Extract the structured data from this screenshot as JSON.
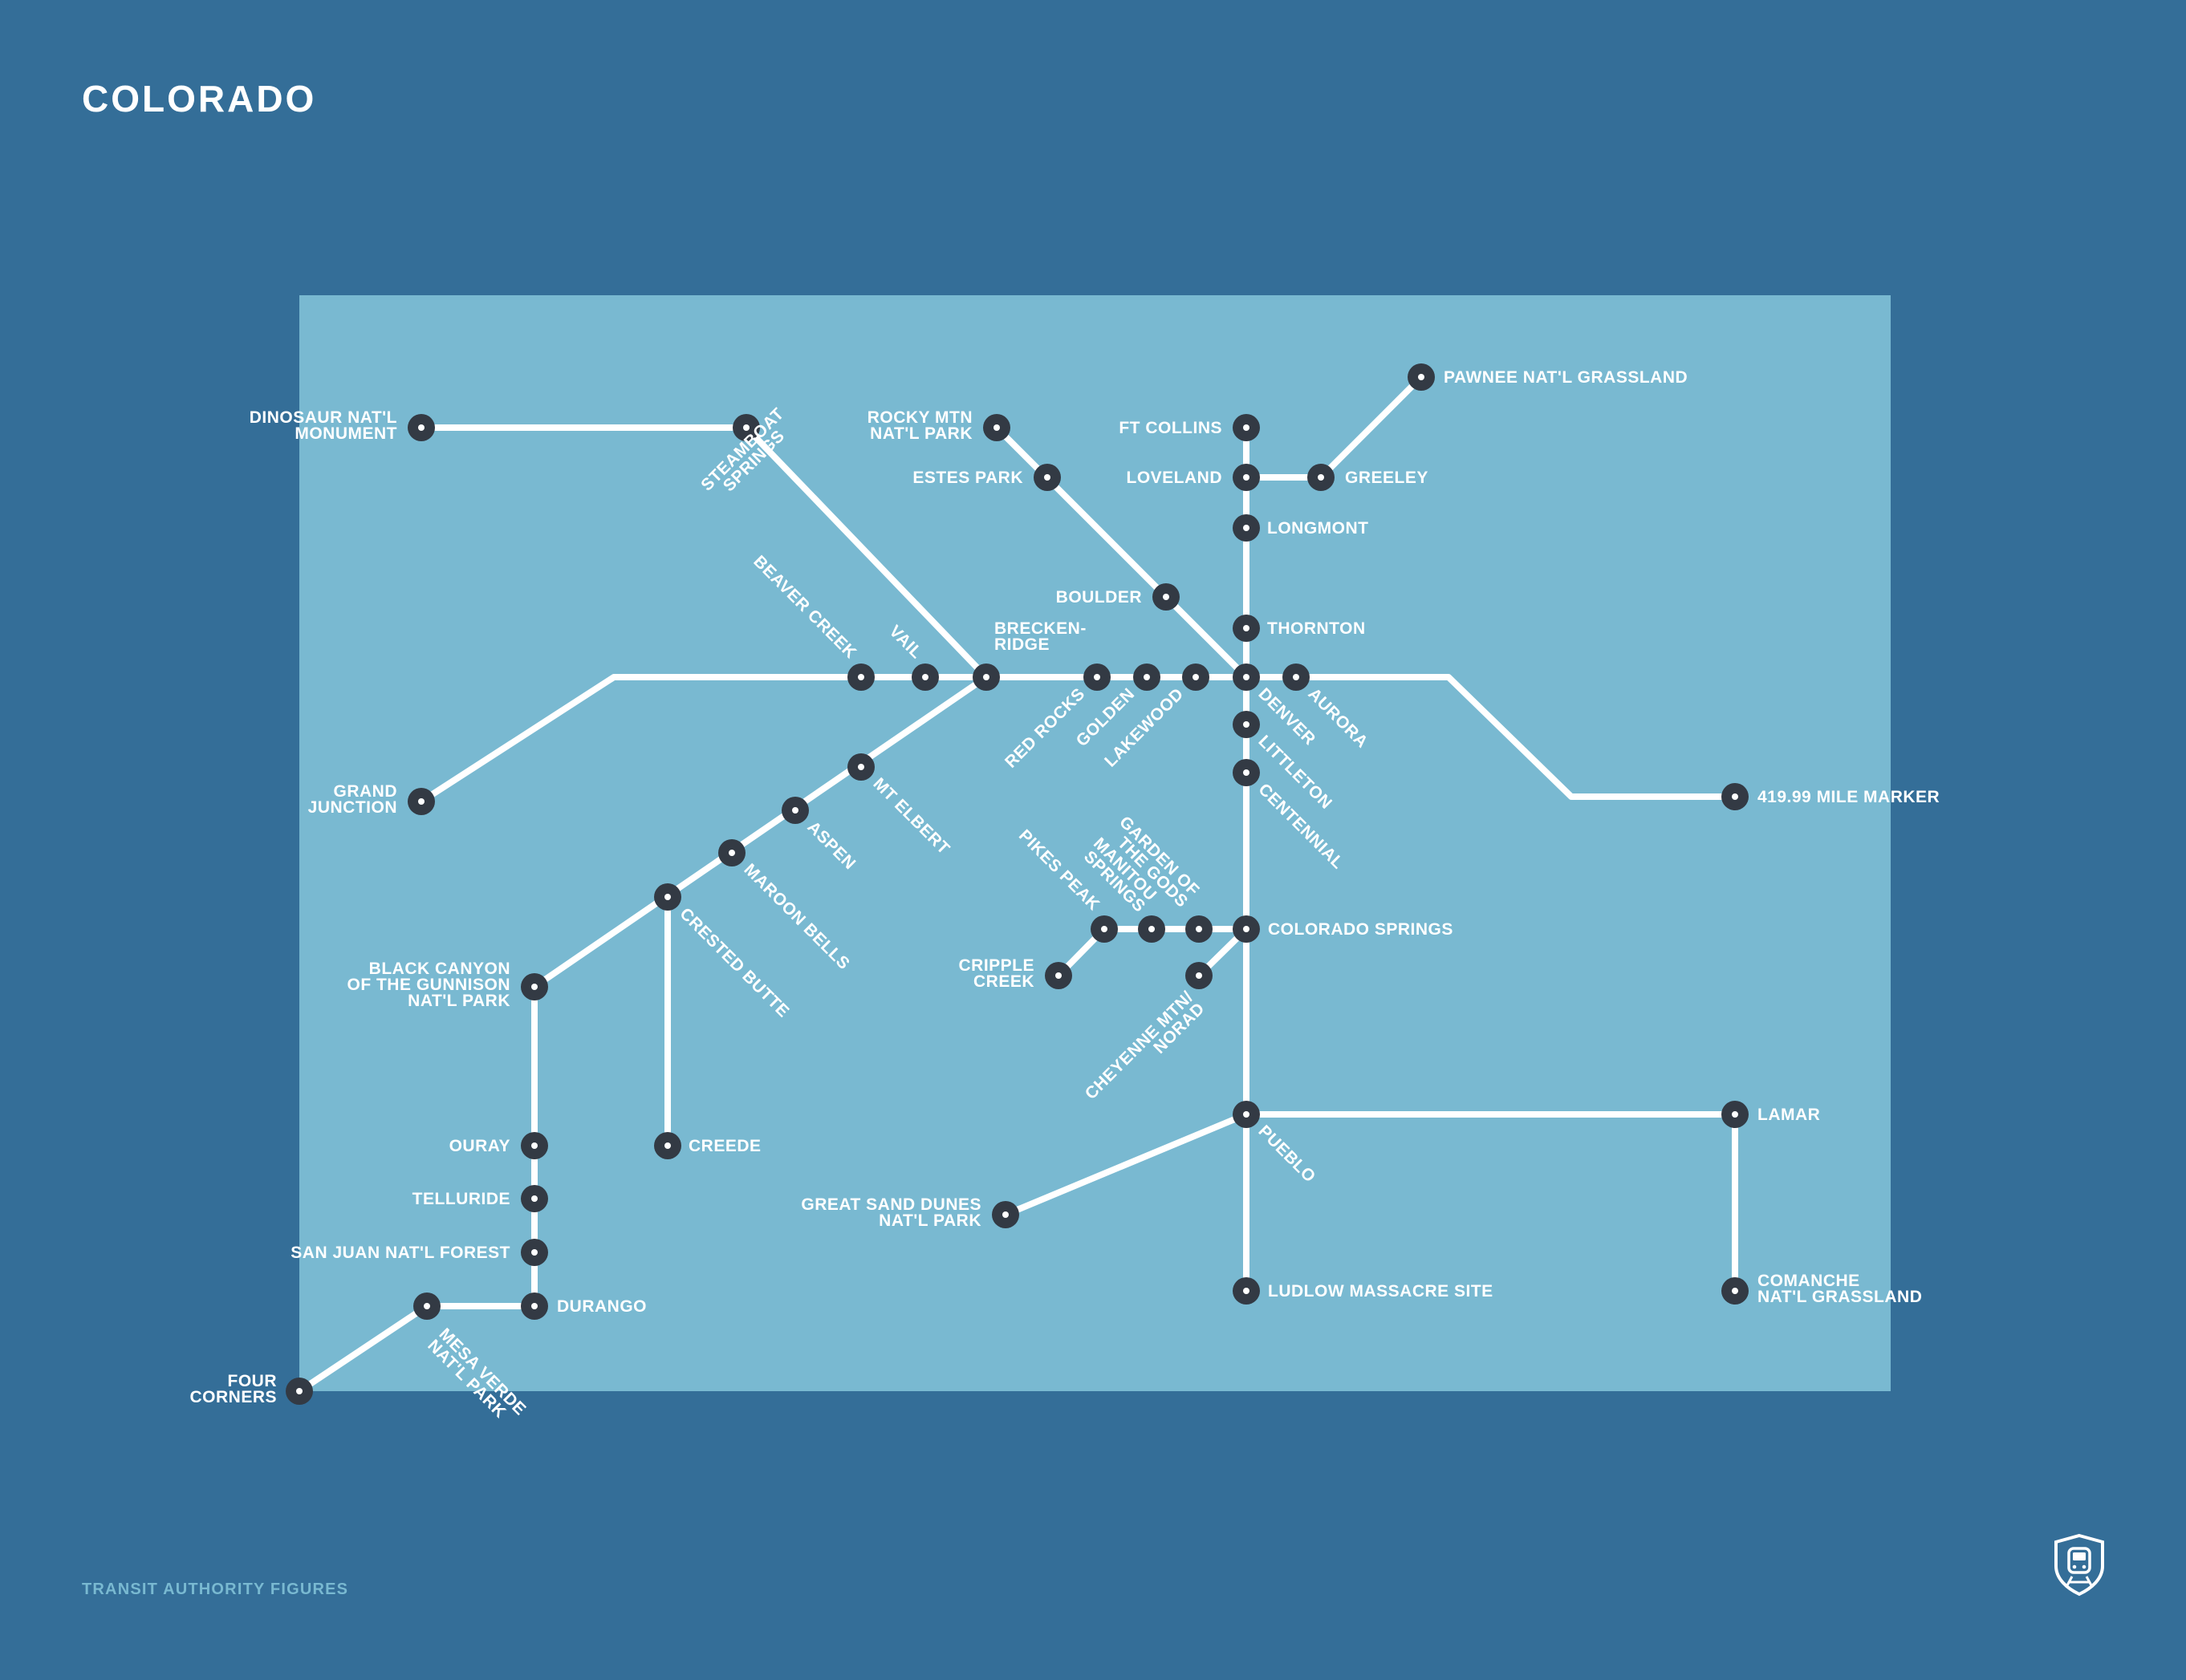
{
  "title": "COLORADO",
  "footer": "TRANSIT AUTHORITY FIGURES",
  "colors": {
    "background": "#346e98",
    "state_panel": "#79b9d1",
    "route_line": "#ffffff",
    "station_fill": "#333a44",
    "station_center": "#ffffff"
  },
  "logo_icon": "train-shield-icon",
  "stations": [
    {
      "id": "dinosaur",
      "lines": [
        "DINOSAUR NAT'L",
        "MONUMENT"
      ]
    },
    {
      "id": "steamboat",
      "lines": [
        "STEAMBOAT",
        "SPRINGS"
      ]
    },
    {
      "id": "rocky",
      "lines": [
        "ROCKY MTN",
        "NAT'L PARK"
      ]
    },
    {
      "id": "estes",
      "lines": [
        "ESTES PARK"
      ]
    },
    {
      "id": "ftcollins",
      "lines": [
        "FT COLLINS"
      ]
    },
    {
      "id": "loveland",
      "lines": [
        "LOVELAND"
      ]
    },
    {
      "id": "greeley",
      "lines": [
        "GREELEY"
      ]
    },
    {
      "id": "pawnee",
      "lines": [
        "PAWNEE NAT'L GRASSLAND"
      ]
    },
    {
      "id": "longmont",
      "lines": [
        "LONGMONT"
      ]
    },
    {
      "id": "boulder",
      "lines": [
        "BOULDER"
      ]
    },
    {
      "id": "thornton",
      "lines": [
        "THORNTON"
      ]
    },
    {
      "id": "beaver",
      "lines": [
        "BEAVER CREEK"
      ]
    },
    {
      "id": "vail",
      "lines": [
        "VAIL"
      ]
    },
    {
      "id": "breck",
      "lines": [
        "BRECKEN-",
        "RIDGE"
      ]
    },
    {
      "id": "redrocks",
      "lines": [
        "RED ROCKS"
      ]
    },
    {
      "id": "golden",
      "lines": [
        "GOLDEN"
      ]
    },
    {
      "id": "lakewood",
      "lines": [
        "LAKEWOOD"
      ]
    },
    {
      "id": "denver",
      "lines": [
        "DENVER"
      ]
    },
    {
      "id": "aurora",
      "lines": [
        "AURORA"
      ]
    },
    {
      "id": "littleton",
      "lines": [
        "LITTLETON"
      ]
    },
    {
      "id": "centennial",
      "lines": [
        "CENTENNIAL"
      ]
    },
    {
      "id": "milemarker",
      "lines": [
        "419.99 MILE MARKER"
      ]
    },
    {
      "id": "grandjct",
      "lines": [
        "GRAND",
        "JUNCTION"
      ]
    },
    {
      "id": "mtelbert",
      "lines": [
        "MT ELBERT"
      ]
    },
    {
      "id": "aspen",
      "lines": [
        "ASPEN"
      ]
    },
    {
      "id": "maroon",
      "lines": [
        "MAROON BELLS"
      ]
    },
    {
      "id": "crested",
      "lines": [
        "CRESTED BUTTE"
      ]
    },
    {
      "id": "blackcanyon",
      "lines": [
        "BLACK CANYON",
        "OF THE GUNNISON",
        "NAT'L PARK"
      ]
    },
    {
      "id": "pikes",
      "lines": [
        "PIKES PEAK"
      ]
    },
    {
      "id": "manitou",
      "lines": [
        "MANITOU",
        "SPRINGS"
      ]
    },
    {
      "id": "garden",
      "lines": [
        "GARDEN OF",
        "THE GODS"
      ]
    },
    {
      "id": "cosprings",
      "lines": [
        "COLORADO SPRINGS"
      ]
    },
    {
      "id": "cripple",
      "lines": [
        "CRIPPLE",
        "CREEK"
      ]
    },
    {
      "id": "cheyenne",
      "lines": [
        "CHEYENNE MTN/",
        "NORAD"
      ]
    },
    {
      "id": "ouray",
      "lines": [
        "OURAY"
      ]
    },
    {
      "id": "creede",
      "lines": [
        "CREEDE"
      ]
    },
    {
      "id": "telluride",
      "lines": [
        "TELLURIDE"
      ]
    },
    {
      "id": "sanjuan",
      "lines": [
        "SAN JUAN NAT'L FOREST"
      ]
    },
    {
      "id": "durango",
      "lines": [
        "DURANGO"
      ]
    },
    {
      "id": "mesaverde",
      "lines": [
        "MESA VERDE",
        "NAT'L PARK"
      ]
    },
    {
      "id": "fourcorners",
      "lines": [
        "FOUR",
        "CORNERS"
      ]
    },
    {
      "id": "pueblo",
      "lines": [
        "PUEBLO"
      ]
    },
    {
      "id": "greatsand",
      "lines": [
        "GREAT SAND DUNES",
        "NAT'L PARK"
      ]
    },
    {
      "id": "ludlow",
      "lines": [
        "LUDLOW MASSACRE SITE"
      ]
    },
    {
      "id": "lamar",
      "lines": [
        "LAMAR"
      ]
    },
    {
      "id": "comanche",
      "lines": [
        "COMANCHE",
        "NAT'L GRASSLAND"
      ]
    }
  ]
}
